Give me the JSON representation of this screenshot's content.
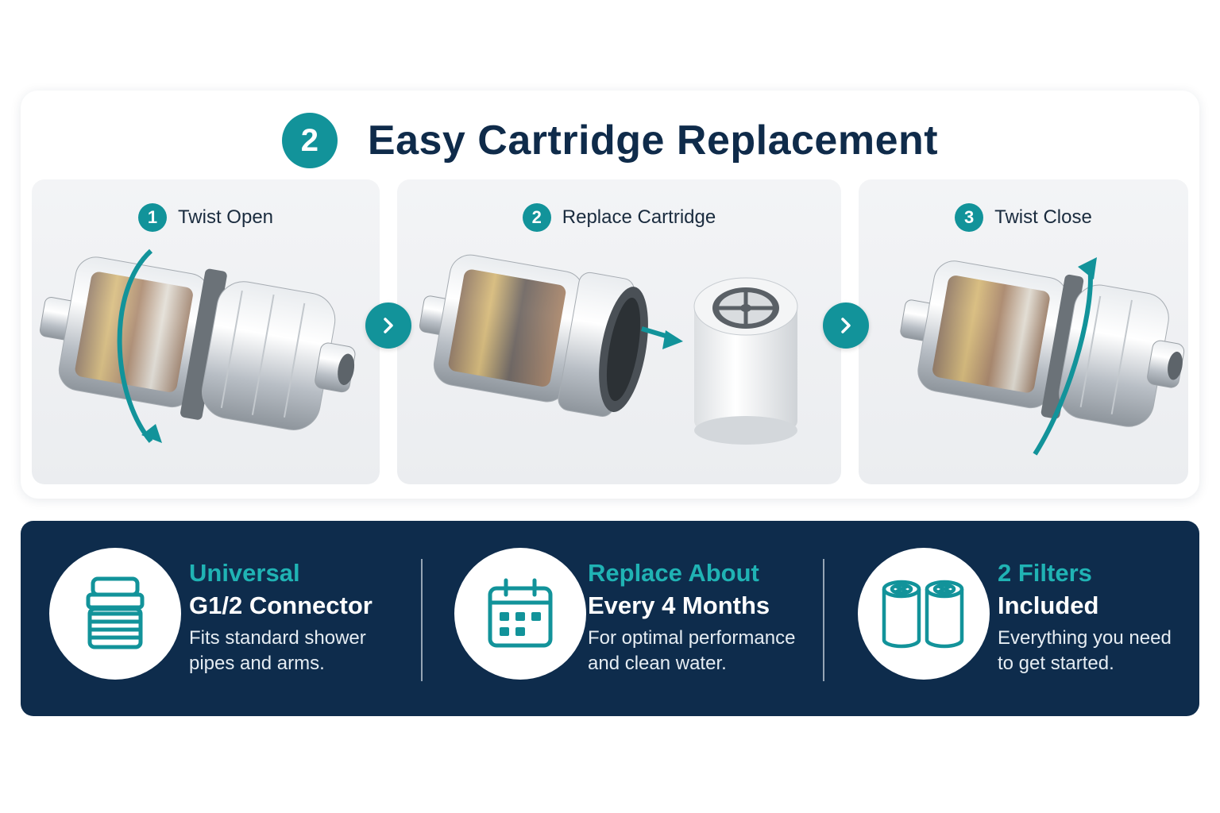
{
  "header": {
    "badge": "2",
    "title": "Easy Cartridge Replacement"
  },
  "steps": [
    {
      "number": "1",
      "label": "Twist Open"
    },
    {
      "number": "2",
      "label": "Replace Cartridge"
    },
    {
      "number": "3",
      "label": "Twist Close"
    }
  ],
  "features": [
    {
      "icon": "connector-icon",
      "accent": "Universal",
      "title": "G1/2 Connector",
      "desc_line1": "Fits standard shower",
      "desc_line2": "pipes and arms."
    },
    {
      "icon": "calendar-icon",
      "accent": "Replace About",
      "title": "Every 4 Months",
      "desc_line1": "For optimal performance",
      "desc_line2": "and clean water."
    },
    {
      "icon": "filters-icon",
      "accent": "2 Filters",
      "title": "Included",
      "desc_line1": "Everything you need",
      "desc_line2": "to get started."
    }
  ],
  "colors": {
    "teal": "#12939a",
    "accent_teal": "#20b3b4",
    "navy": "#0e2c4c",
    "title_navy": "#0f2b4a"
  }
}
